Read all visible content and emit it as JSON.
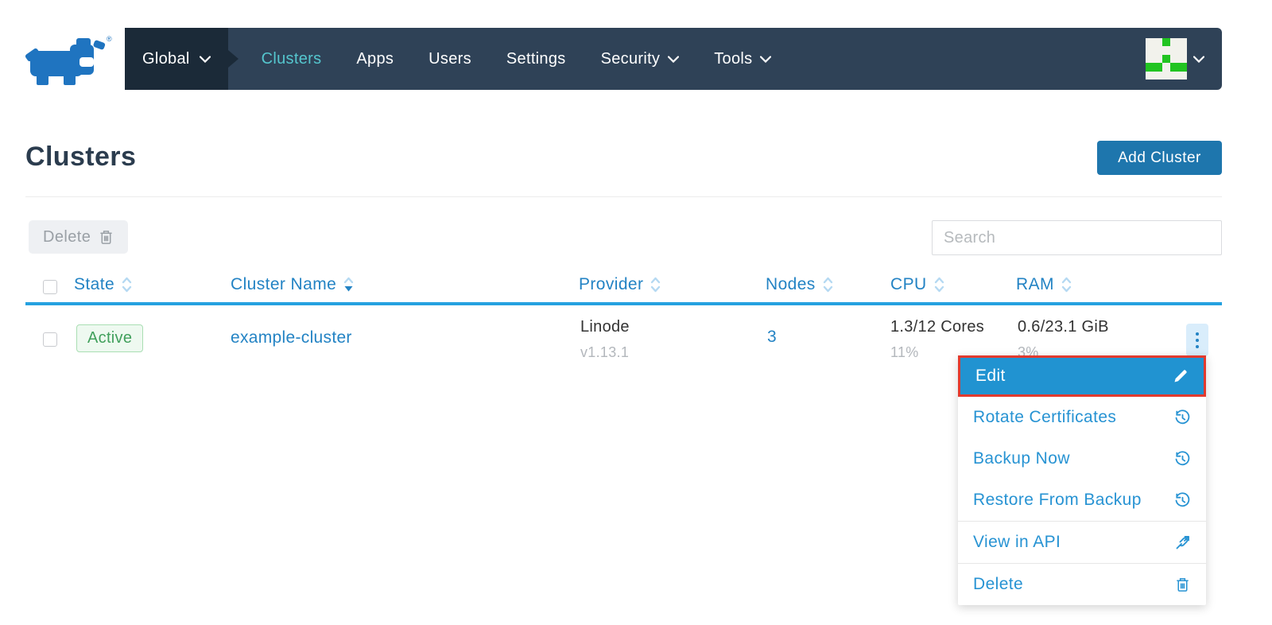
{
  "colors": {
    "accent_blue": "#2383c4",
    "header_underline": "#25a1e0",
    "nav_bg": "#2f4257",
    "nav_dark_bg": "#1b2a38",
    "nav_active_teal": "#55c6ce",
    "primary_button_blue": "#1e76ad",
    "menu_selected_bg": "#2193d1",
    "highlight_red_border": "#e23a2e",
    "active_badge_green": "#41a05c",
    "avatar_green": "#21c421"
  },
  "nav": {
    "global": {
      "label": "Global",
      "icon": "chevron-down-icon"
    },
    "items": [
      {
        "label": "Clusters",
        "active": true
      },
      {
        "label": "Apps"
      },
      {
        "label": "Users"
      },
      {
        "label": "Settings"
      },
      {
        "label": "Security",
        "icon": "chevron-down-icon"
      },
      {
        "label": "Tools",
        "icon": "chevron-down-icon"
      }
    ],
    "logo": "rancher-bull-logo",
    "user_menu_icon": "chevron-down-icon"
  },
  "header": {
    "title": "Clusters",
    "add_cluster_label": "Add Cluster"
  },
  "toolbar": {
    "delete_label": "Delete",
    "delete_icon": "trash-icon",
    "search_placeholder": "Search"
  },
  "table": {
    "columns": [
      "State",
      "Cluster Name",
      "Provider",
      "Nodes",
      "CPU",
      "RAM"
    ],
    "sorted_column": "Cluster Name",
    "row": {
      "state": "Active",
      "name": "example-cluster",
      "provider": "Linode",
      "provider_version": "v1.13.1",
      "nodes": "3",
      "cpu": "1.3/12 Cores",
      "cpu_percent": "11%",
      "ram": "0.6/23.1 GiB",
      "ram_percent": "3%"
    }
  },
  "row_menu": {
    "items": [
      {
        "label": "Edit",
        "icon": "pencil-icon",
        "highlighted": true
      },
      {
        "label": "Rotate Certificates",
        "icon": "history-icon"
      },
      {
        "label": "Backup Now",
        "icon": "history-icon"
      },
      {
        "label": "Restore From Backup",
        "icon": "history-icon"
      },
      {
        "label": "View in API",
        "icon": "external-link-icon"
      },
      {
        "label": "Delete",
        "icon": "trash-icon"
      }
    ]
  }
}
